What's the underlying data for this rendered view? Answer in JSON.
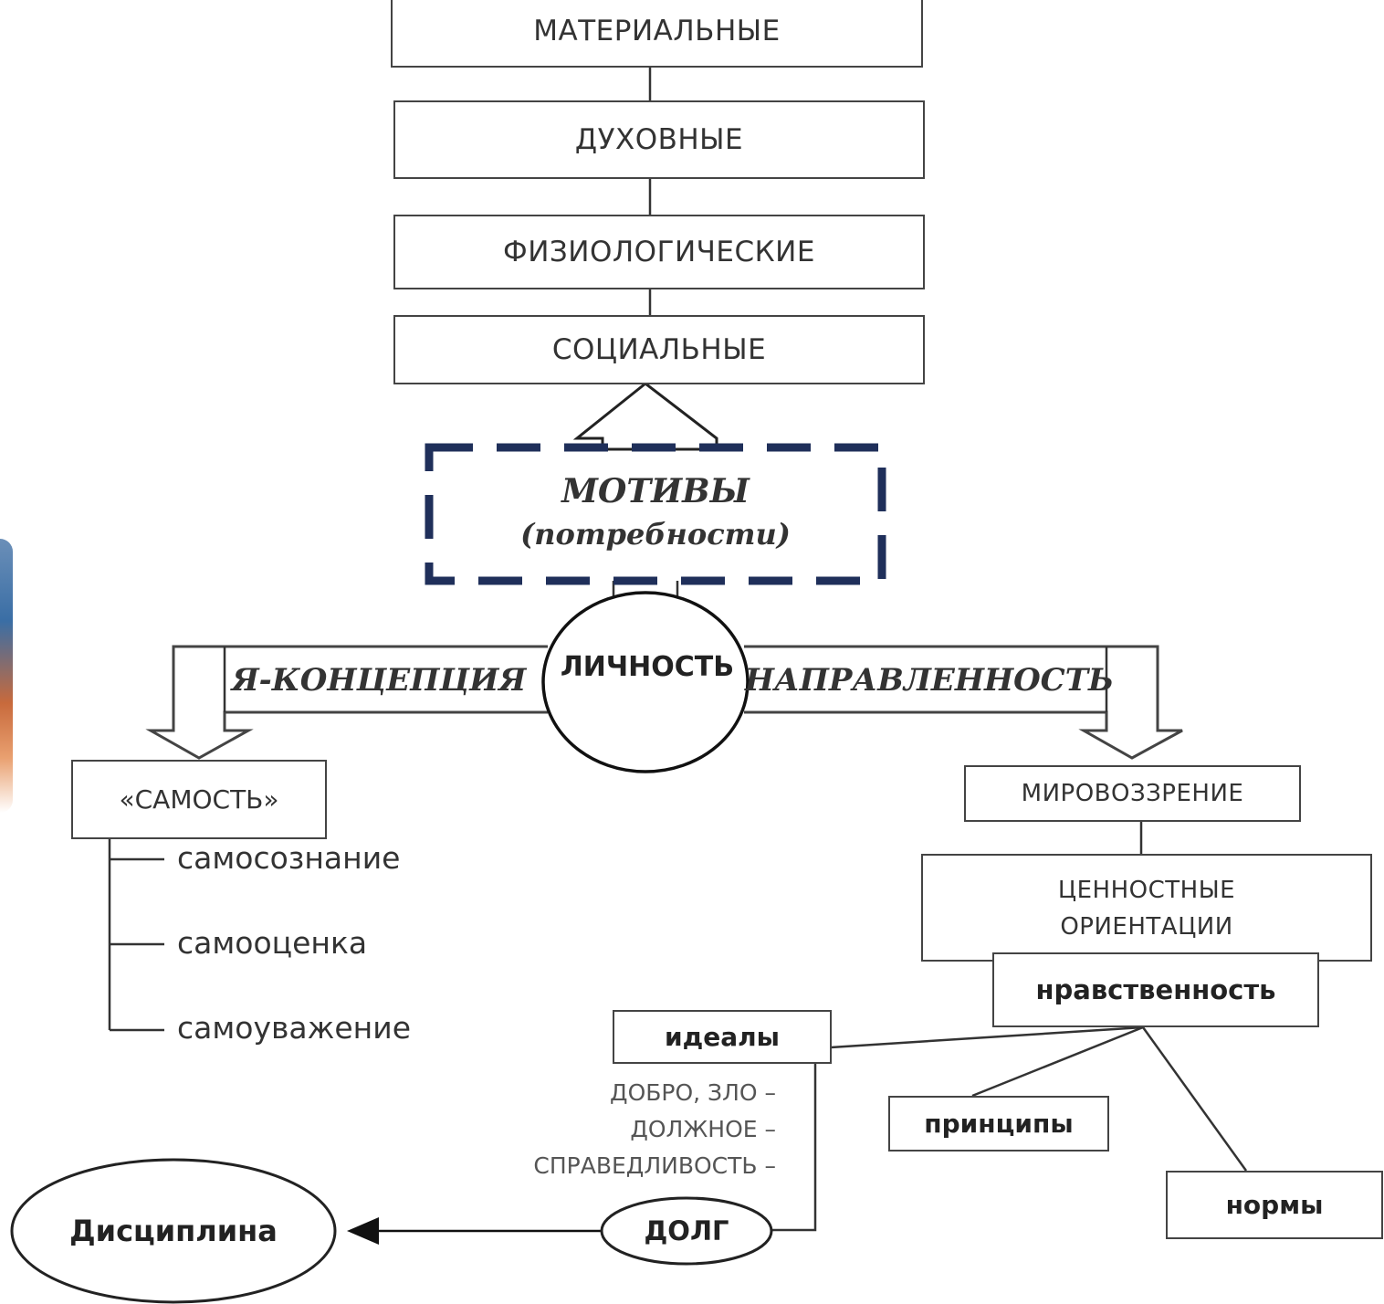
{
  "needs": {
    "material": "МАТЕРИАЛЬНЫЕ",
    "spiritual": "ДУХОВНЫЕ",
    "physiological": "ФИЗИОЛОГИЧЕСКИЕ",
    "social": "СОЦИАЛЬНЫЕ"
  },
  "motives": {
    "title": "МОТИВЫ",
    "subtitle": "(потребности)"
  },
  "personality": "ЛИЧНОСТЬ",
  "self_concept": {
    "label": "Я-КОНЦЕПЦИЯ",
    "box": "«САМОСТЬ»",
    "items": [
      "самосознание",
      "самооценка",
      "самоуважение"
    ]
  },
  "orientation": {
    "label": "НАПРАВЛЕННОСТЬ",
    "worldview": "МИРОВОЗЗРЕНИЕ",
    "values_line1": "ЦЕННОСТНЫЕ",
    "values_line2": "ОРИЕНТАЦИИ",
    "morality": "нравственность",
    "ideals": "идеалы",
    "principles": "принципы",
    "norms": "нормы"
  },
  "duty": {
    "line1": "ДОБРО, ЗЛО –",
    "line2": "ДОЛЖНОЕ –",
    "line3": "СПРАВЕДЛИВОСТЬ –",
    "label": "ДОЛГ"
  },
  "discipline": "Дисциплина",
  "colors": {
    "dashed_border": "#1f2f5a",
    "stroke": "#333333"
  }
}
